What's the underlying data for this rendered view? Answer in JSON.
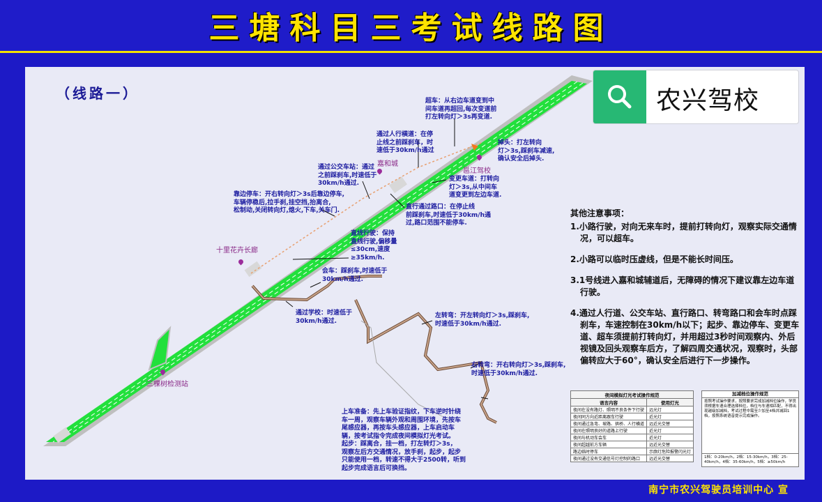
{
  "title": "三塘科目三考试线路图",
  "route_label": "（线路一）",
  "footer": "南宁市农兴驾驶员培训中心 宣",
  "brand": {
    "name": "农兴驾校",
    "icon": "search-icon",
    "icon_color": "#27b874"
  },
  "colors": {
    "road": "#22e03c",
    "road_edge": "#bfbfbf",
    "lane_line": "#ffffff",
    "side_road": "#c9a48a",
    "side_road_edge": "#6b4a36",
    "annotation_text": "#1c1ca0",
    "title_text": "#ffe400",
    "background": "#1d1ac6",
    "panel": "#e9eaf6"
  },
  "places": {
    "jiahe": "嘉和城",
    "yijiang": "邕江驾校",
    "shili": "十里花卉长廊",
    "sanshu": "三棵树检测站"
  },
  "notes": {
    "overtake": [
      "超车：从右边车道变到中",
      "间车道再超回,每次变道前",
      "打左转向灯＞3s再变道."
    ],
    "crosswalk": [
      "通过人行横道：在停",
      "止线之前踩刹车，时",
      "速低于30km/h通过"
    ],
    "uturn": [
      "掉头：打左转向",
      "灯＞3s,踩刹车减速,",
      "确认安全后掉头."
    ],
    "bus_stop": [
      "通过公交车站：通过",
      "之前踩刹车,时速低于",
      "30km/h通过."
    ],
    "lane_change": [
      "变更车道：打转向",
      "灯＞3s,从中间车",
      "道变更到左边车道."
    ],
    "pull_over": [
      "靠边停车：开右转向灯＞3s后靠边停车,",
      "车辆停稳后,拉手刹,挂空挡,抬离合,",
      "松制动,关闭转向灯,熄火,下车,关车门."
    ],
    "intersection": [
      "直行通过路口：在停止线",
      "前踩刹车,时速低于30km/h通",
      "过,路口范围不能停车."
    ],
    "straight": [
      "直线行驶：保持",
      "直线行驶,偏移量",
      "≤30cm,速度",
      "≥35km/h."
    ],
    "meet": [
      "会车：踩刹车,时速低于",
      "30km/h通过."
    ],
    "school": [
      "通过学校：时速低于",
      "30km/h通过."
    ],
    "left_turn": [
      "左转弯：开左转向灯＞3s,踩刹车,",
      "时速低于30km/h通过."
    ],
    "right_turn": [
      "右转弯：开右转向灯＞3s,踩刹车,",
      "时速低于30km/h通过."
    ],
    "start": [
      "上车准备：先上车验证指纹，下车逆时针绕",
      "车一周，观察车辆外观和周围环境，先按车",
      "尾感应器，再按车头感应器，上车启动车",
      "辆，按考试指令完成夜间模拟灯光考试。",
      "起步：踩离合，挂一档，打左转灯＞3s，",
      "观察左后方交通情况，放手刹，起步，起步",
      "只能使用一档，转速不得大于2500转，听到",
      "起步完成语言后可换挡。"
    ]
  },
  "other_notes": {
    "header": "其他注意事项：",
    "items": [
      "1.小路行驶，对向无来车时，提前打转向灯，观察实际交通情况，可以超车。",
      "2.小路可以临时压虚线，但是不能长时间压。",
      "3.1号线进入嘉和城辅道后，无障碍的情况下建议靠左边车道行驶。",
      "4.通过人行道、公交车站、直行路口、转弯路口和会车时点踩刹车，车速控制在30km/h以下；起步、靠边停车、变更车道、超车须提前打转向灯，并用超过3秒时间观察内、外后视镜及回头观察车后方，了解四周交通状况，观察时，头部偏转应大于60°，确认安全后进行下一步操作。"
    ]
  },
  "lights_table": {
    "title": "夜间模拟灯光考试操作规范",
    "headers": [
      "语言内容",
      "使用灯光"
    ],
    "rows": [
      [
        "夜间在没有路灯、照明不良条件下行驶",
        "远光灯"
      ],
      [
        "夜间同方向近距离跟车行驶",
        "近光灯"
      ],
      [
        "夜间通过急弯、坡路、拱桥、人行横道",
        "远近光交替"
      ],
      [
        "夜间在照明良好的道路上行驶",
        "近光灯"
      ],
      [
        "夜间与机动车会车",
        "近光灯"
      ],
      [
        "夜间超越前方车辆",
        "远近光交替"
      ],
      [
        "路边临时停车",
        "示廓灯危险报警闪光灯"
      ],
      [
        "夜间通过没有交通信号灯控制的路口",
        "远近光交替"
      ]
    ]
  },
  "stall_table": {
    "title": "加减档位操作规范",
    "body": "按照考试操作要求，按照要求完成加减档位操作，学员须根据车速合理选择档位，档位与车速相匹配，不得出现越级加减档，考试过程中需至少加至4档并减回1档，按照系统语音提示完成操作。",
    "grid": "1档：0-20km/h，2档：15-30km/h，3档：25-40km/h，4档：35-60km/h，5档：≥50km/h"
  }
}
